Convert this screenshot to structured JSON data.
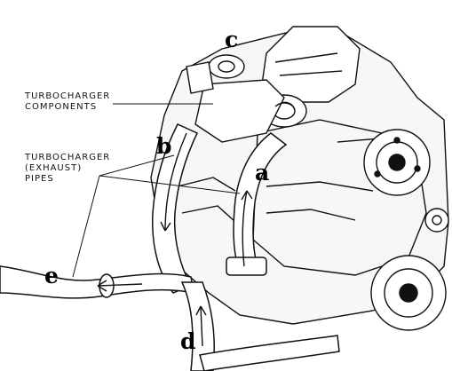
{
  "diagram": {
    "labels": {
      "components": [
        "TURBOCHARGER",
        "COMPONENTS"
      ],
      "pipes": [
        "TURBOCHARGER",
        "(EXHAUST)",
        "PIPES"
      ]
    },
    "markers": {
      "a": "a",
      "b": "b",
      "c": "c",
      "d": "d",
      "e": "e"
    },
    "colors": {
      "ink": "#111111",
      "paper": "#ffffff",
      "shade": "#e6e6e6"
    }
  }
}
